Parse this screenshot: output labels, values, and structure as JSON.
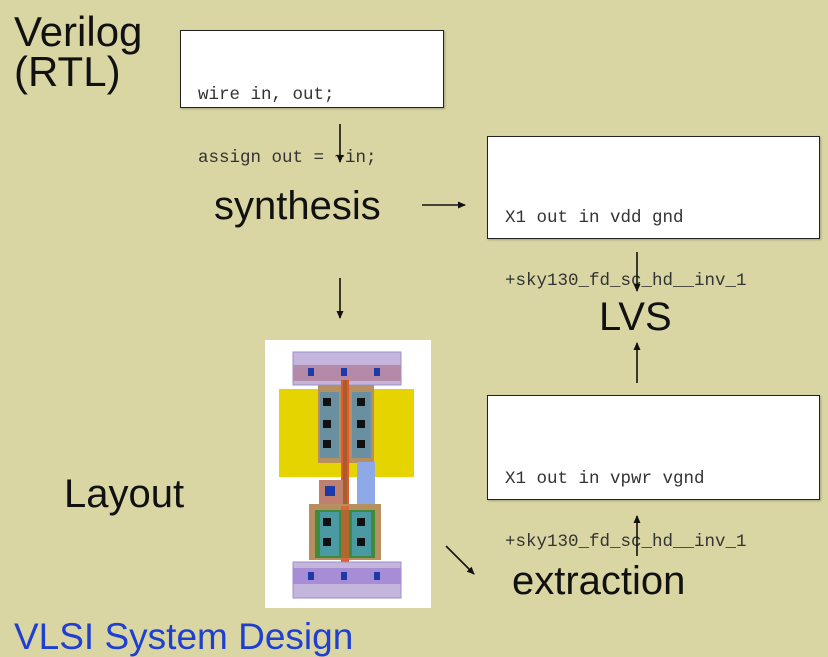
{
  "labels": {
    "verilog_line1": "Verilog",
    "verilog_line2": "(RTL)",
    "synthesis": "synthesis",
    "lvs": "LVS",
    "layout": "Layout",
    "extraction": "extraction"
  },
  "code": {
    "verilog": [
      "wire in, out;",
      "assign out = ~in;"
    ],
    "netlist": [
      "X1 out in vdd gnd",
      "+sky130_fd_sc_hd__inv_1"
    ],
    "extracted": [
      "X1 out in vpwr vgnd",
      "+sky130_fd_sc_hd__inv_1"
    ]
  },
  "footer": "VLSI System Design",
  "colors": {
    "background": "#d9d6a4",
    "footer_text": "#1f3fd0",
    "nwell": "#e6d400",
    "metal": "#b48aa8",
    "poly": "#e3582c",
    "diffusion": "#3f8a3e"
  }
}
